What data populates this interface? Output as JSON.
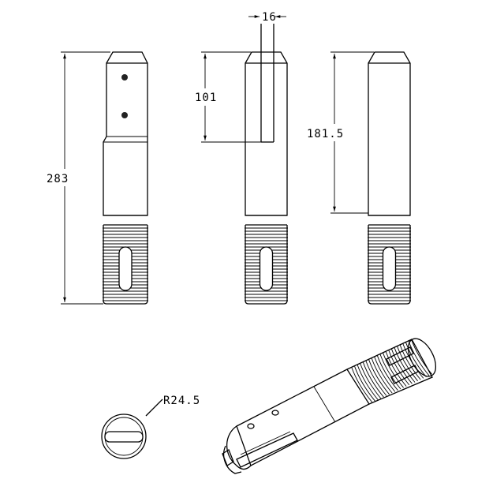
{
  "dimensions": {
    "overall_height": "283",
    "slot_width": "16",
    "slot_depth": "101",
    "body_length": "181.5",
    "end_radius": "R24.5"
  }
}
